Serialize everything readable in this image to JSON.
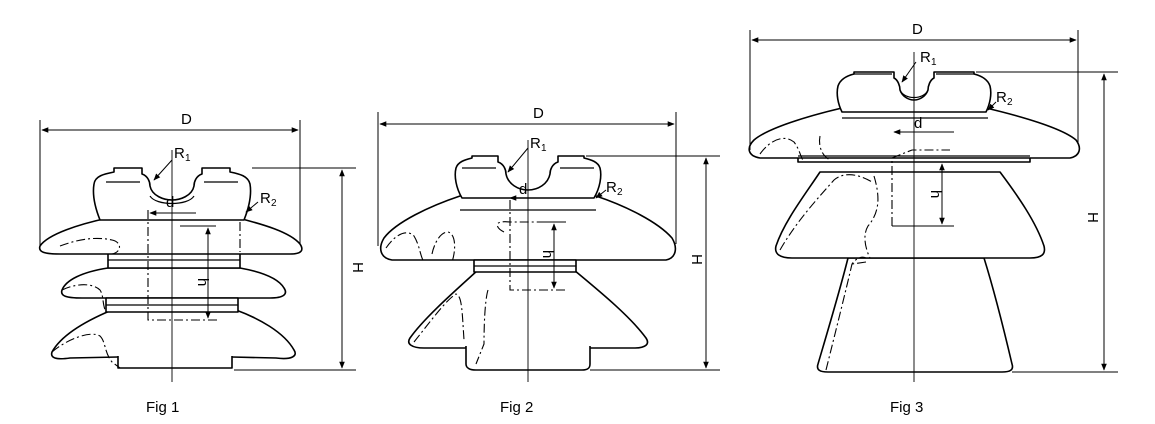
{
  "labels": {
    "D": "D",
    "H": "H",
    "d": "d",
    "h": "h",
    "R1": "R",
    "R1_sub": "1",
    "R2": "R",
    "R2_sub": "2"
  },
  "figures": [
    {
      "id": "fig1",
      "caption": "Fig 1"
    },
    {
      "id": "fig2",
      "caption": "Fig 2"
    },
    {
      "id": "fig3",
      "caption": "Fig 3"
    }
  ],
  "colors": {
    "ink": "#000000",
    "background": "#ffffff"
  }
}
